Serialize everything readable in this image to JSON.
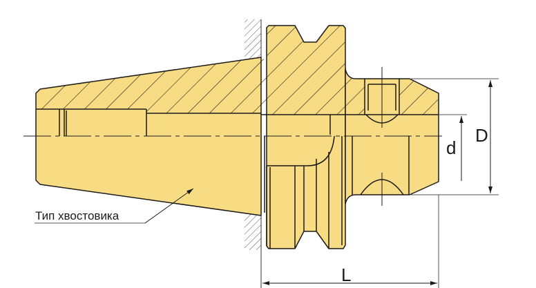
{
  "title": "Tool holder shank cross-section",
  "labels": {
    "shank_type": "Тип хвостовика",
    "small_diameter": "d",
    "large_diameter": "D",
    "length": "L"
  },
  "colors": {
    "body_fill": "#F8DC84",
    "outline": "#1a1a1a",
    "dimension": "#555555"
  }
}
